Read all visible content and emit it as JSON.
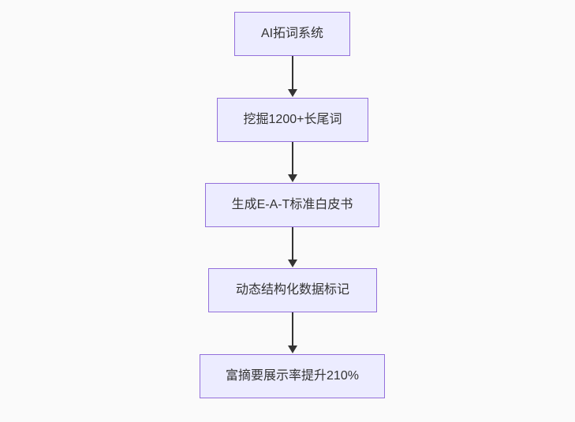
{
  "flowchart": {
    "type": "flowchart",
    "direction": "top-down",
    "nodes": [
      {
        "id": "n1",
        "label": "AI拓词系统"
      },
      {
        "id": "n2",
        "label": "挖掘1200+长尾词"
      },
      {
        "id": "n3",
        "label": "生成E-A-T标准白皮书"
      },
      {
        "id": "n4",
        "label": "动态结构化数据标记"
      },
      {
        "id": "n5",
        "label": "富摘要展示率提升210%"
      }
    ],
    "edges": [
      {
        "from": "n1",
        "to": "n2",
        "arrow": "down"
      },
      {
        "from": "n2",
        "to": "n3",
        "arrow": "down"
      },
      {
        "from": "n3",
        "to": "n4",
        "arrow": "down"
      },
      {
        "from": "n4",
        "to": "n5",
        "arrow": "down"
      }
    ],
    "colors": {
      "node_fill": "#ECECFF",
      "node_border": "#9370DB",
      "text": "#333333",
      "arrow": "#333333",
      "background": "#fafafa"
    }
  }
}
